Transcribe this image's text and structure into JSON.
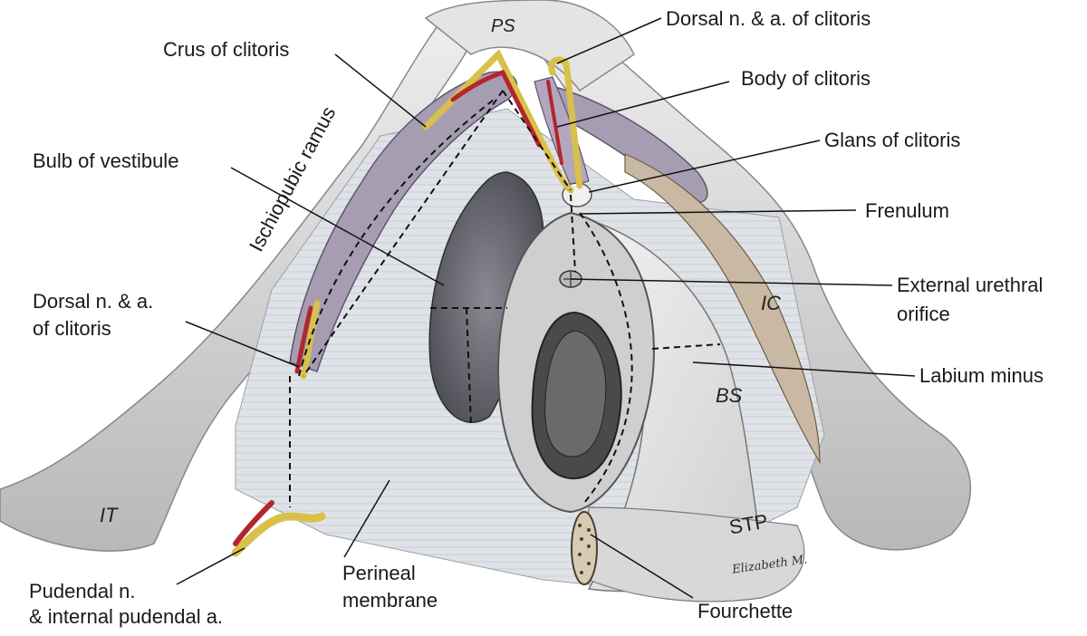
{
  "labels": {
    "crus": "Crus of clitoris",
    "dorsal_top": "Dorsal n. & a. of clitoris",
    "body": "Body of clitoris",
    "glans": "Glans of clitoris",
    "bulb": "Bulb of vestibule",
    "frenulum": "Frenulum",
    "dorsal_left_1": "Dorsal n. & a.",
    "dorsal_left_2": "of clitoris",
    "urethral_1": "External urethral",
    "urethral_2": "orifice",
    "labium": "Labium minus",
    "pudendal_1": "Pudendal n.",
    "pudendal_2": "& internal pudendal a.",
    "perineal_1": "Perineal",
    "perineal_2": "membrane",
    "fourchette": "Fourchette"
  },
  "structure_labels": {
    "ps": "PS",
    "ischiopubic": "Ischiopubic ramus",
    "it": "IT",
    "ic": "IC",
    "bs": "BS",
    "stp": "STP"
  },
  "colors": {
    "bone": "#c9c9c9",
    "bone_light": "#e6e6e6",
    "membrane": "#dde1e6",
    "crus": "#9a90a6",
    "bulb": "#6a6a72",
    "nerve": "#d9c04a",
    "artery": "#b3262b",
    "leader": "#111111"
  },
  "signature": "Elizabeth M."
}
